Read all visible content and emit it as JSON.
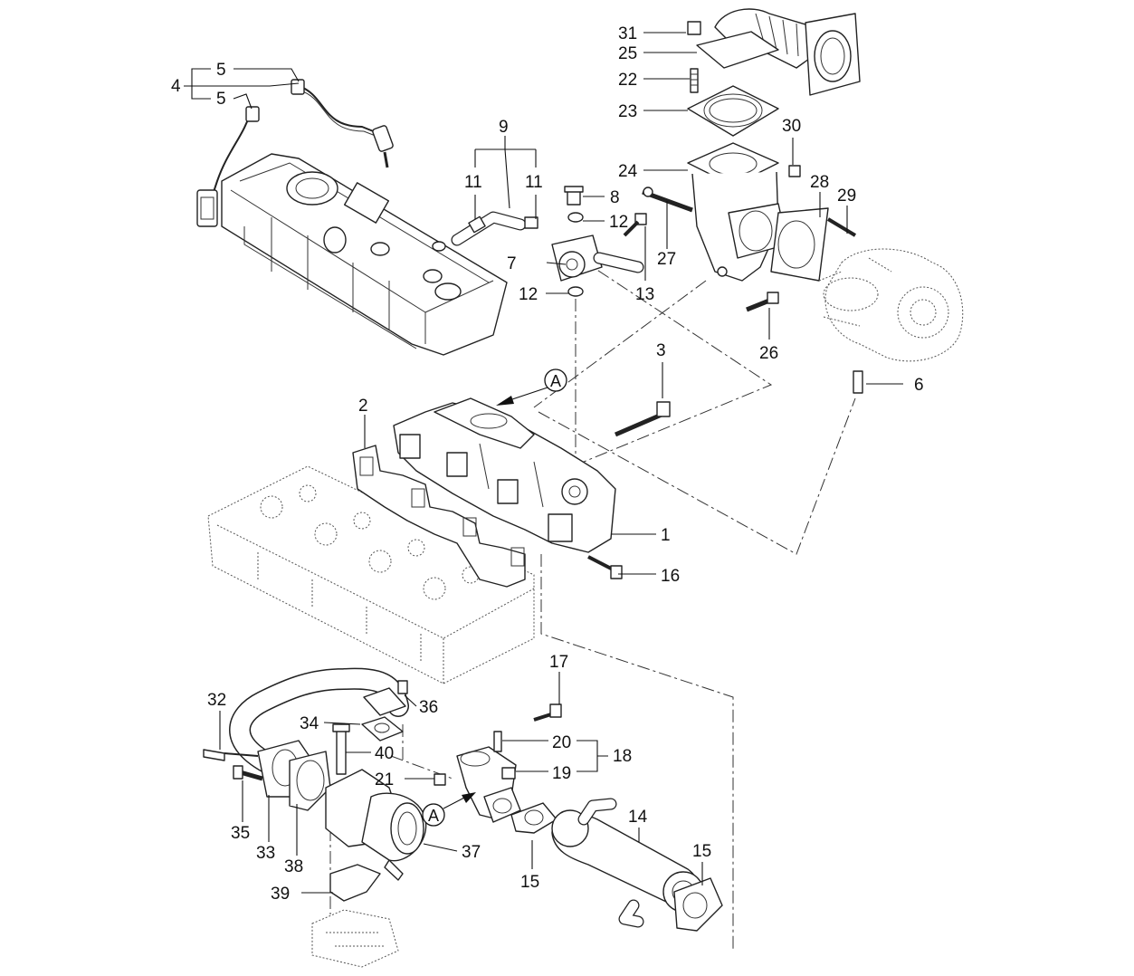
{
  "diagram": {
    "callouts": [
      "1",
      "2",
      "3",
      "4",
      "5",
      "6",
      "7",
      "8",
      "9",
      "11",
      "12",
      "13",
      "14",
      "15",
      "16",
      "17",
      "18",
      "19",
      "20",
      "21",
      "22",
      "23",
      "24",
      "25",
      "26",
      "27",
      "28",
      "29",
      "30",
      "31",
      "32",
      "33",
      "34",
      "35",
      "36",
      "37",
      "38",
      "39",
      "40"
    ],
    "view_marker": "A",
    "colors": {
      "line": "#222222",
      "background": "#ffffff",
      "part_fill": "#ffffff"
    }
  }
}
